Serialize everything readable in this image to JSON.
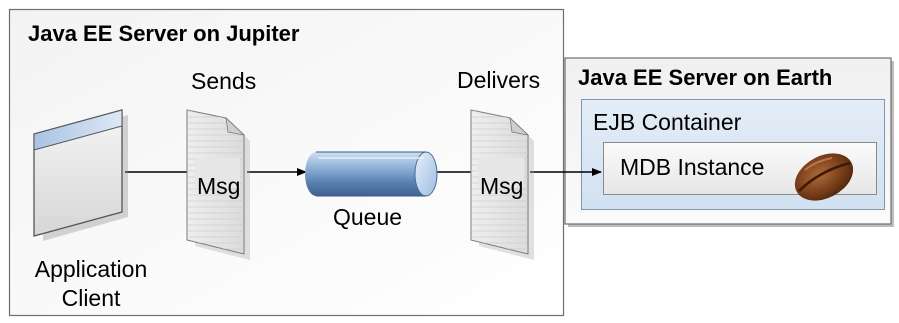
{
  "jupiter": {
    "title": "Java EE Server on Jupiter"
  },
  "earth": {
    "title": "Java EE Server on Earth",
    "container_label": "EJB Container",
    "instance_label": "MDB Instance"
  },
  "client": {
    "label_line1": "Application",
    "label_line2": "Client"
  },
  "sends_label": "Sends",
  "delivers_label": "Delivers",
  "msg1_label": "Msg",
  "msg2_label": "Msg",
  "queue_label": "Queue",
  "icons": [
    "application-window-icon",
    "document-icon",
    "queue-cylinder-icon",
    "coffee-bean-icon"
  ]
}
